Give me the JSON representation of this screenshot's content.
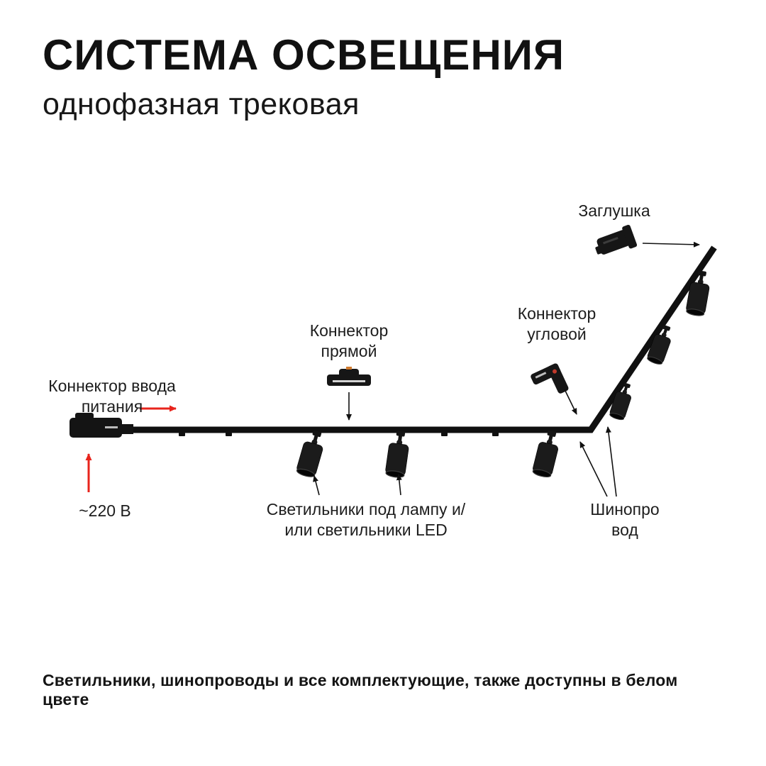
{
  "header": {
    "title": "СИСТЕМА ОСВЕЩЕНИЯ",
    "subtitle": "однофазная трековая"
  },
  "diagram": {
    "labels": {
      "endcap": "Заглушка",
      "power_input": "Коннектор ввода питания",
      "straight_connector": "Коннектор прямой",
      "corner_connector": "Коннектор угловой",
      "voltage": "~220 В",
      "fixtures": "Светильники под лампу и/или светильники LED",
      "busbar": "Шинопровод"
    },
    "colors": {
      "accent_red": "#e8241c",
      "part_black": "#141414"
    }
  },
  "footer": {
    "note": "Светильники, шинопроводы и все комплектующие, также доступны в белом цвете"
  }
}
